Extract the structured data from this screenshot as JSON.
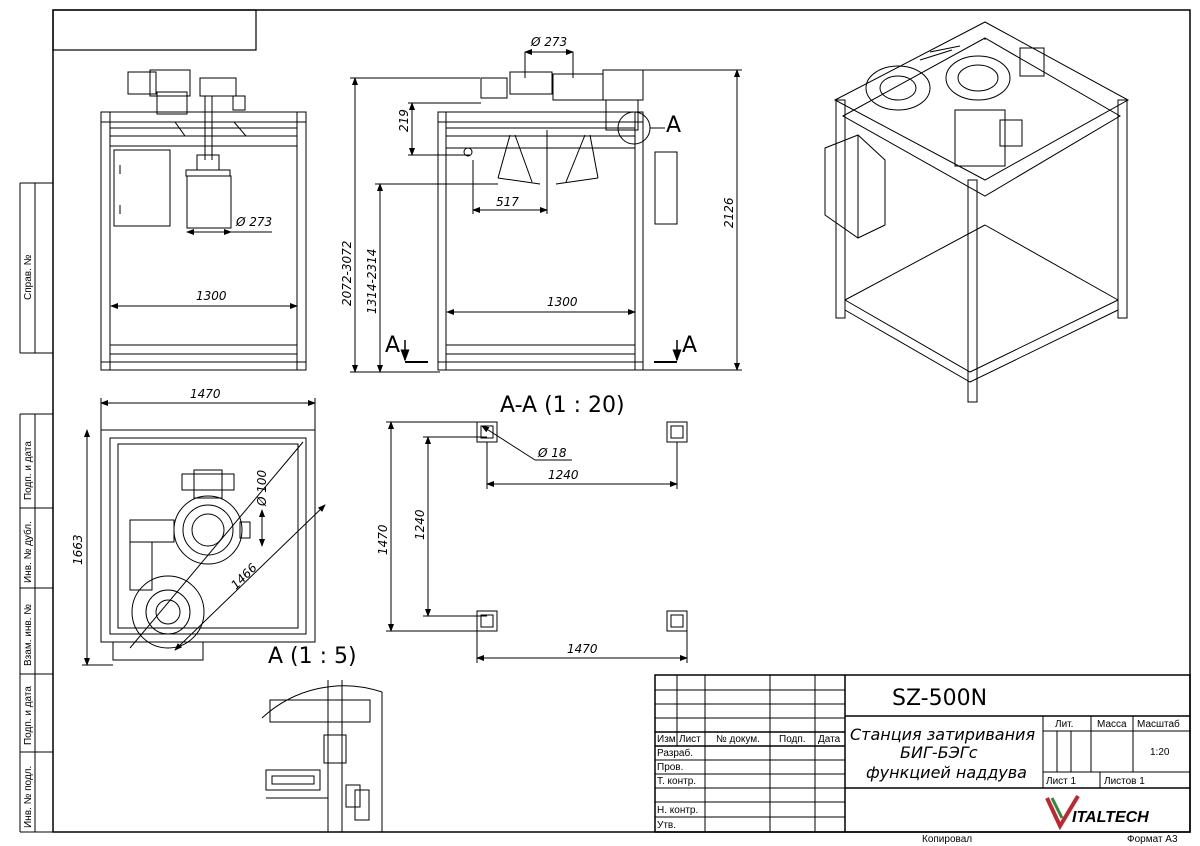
{
  "sheet": {
    "side_labels": [
      "Справ. №",
      "Подп. и дата",
      "Инв. № дубл.",
      "Взам. инв. №",
      "Подп. и дата",
      "Инв. № подл."
    ]
  },
  "views": {
    "front": {
      "dia": "Ø 273",
      "width": "1300"
    },
    "side": {
      "dia": "Ø 273",
      "h219": "219",
      "w517": "517",
      "width": "1300",
      "range1": "2072-3072",
      "range2": "1314-2314",
      "height": "2126",
      "cut_left": "A",
      "cut_right": "A",
      "detail_tag": "A"
    },
    "plan": {
      "width": "1470",
      "depth": "1663",
      "diag": "1466",
      "pipe": "Ø 100"
    },
    "section": {
      "title": "A-A  (1 : 20)",
      "hole": "Ø 18",
      "inner_w": "1240",
      "inner_h": "1240",
      "outer_h": "1470",
      "outer_w": "1470"
    },
    "detail": {
      "title": "A  (1 : 5)"
    }
  },
  "title_block": {
    "designation": "SZ-500N",
    "name_lines": [
      "Станция затиривания",
      "БИГ-БЭГс",
      "функцией наддува"
    ],
    "col_izm": "Изм.",
    "col_list": "Лист",
    "col_doc": "№ докум.",
    "col_podp": "Подп.",
    "col_date": "Дата",
    "row_razrab": "Разраб.",
    "row_prov": "Пров.",
    "row_tkontr": "Т. контр.",
    "row_nkontr": "Н. контр.",
    "row_utv": "Утв.",
    "lit": "Лит.",
    "mass": "Масса",
    "scale_label": "Масштаб",
    "scale": "1:20",
    "sheet": "Лист 1",
    "sheets": "Листов 1",
    "logo": "ITALTECH",
    "copied": "Копировал",
    "format": "Формат A3"
  }
}
